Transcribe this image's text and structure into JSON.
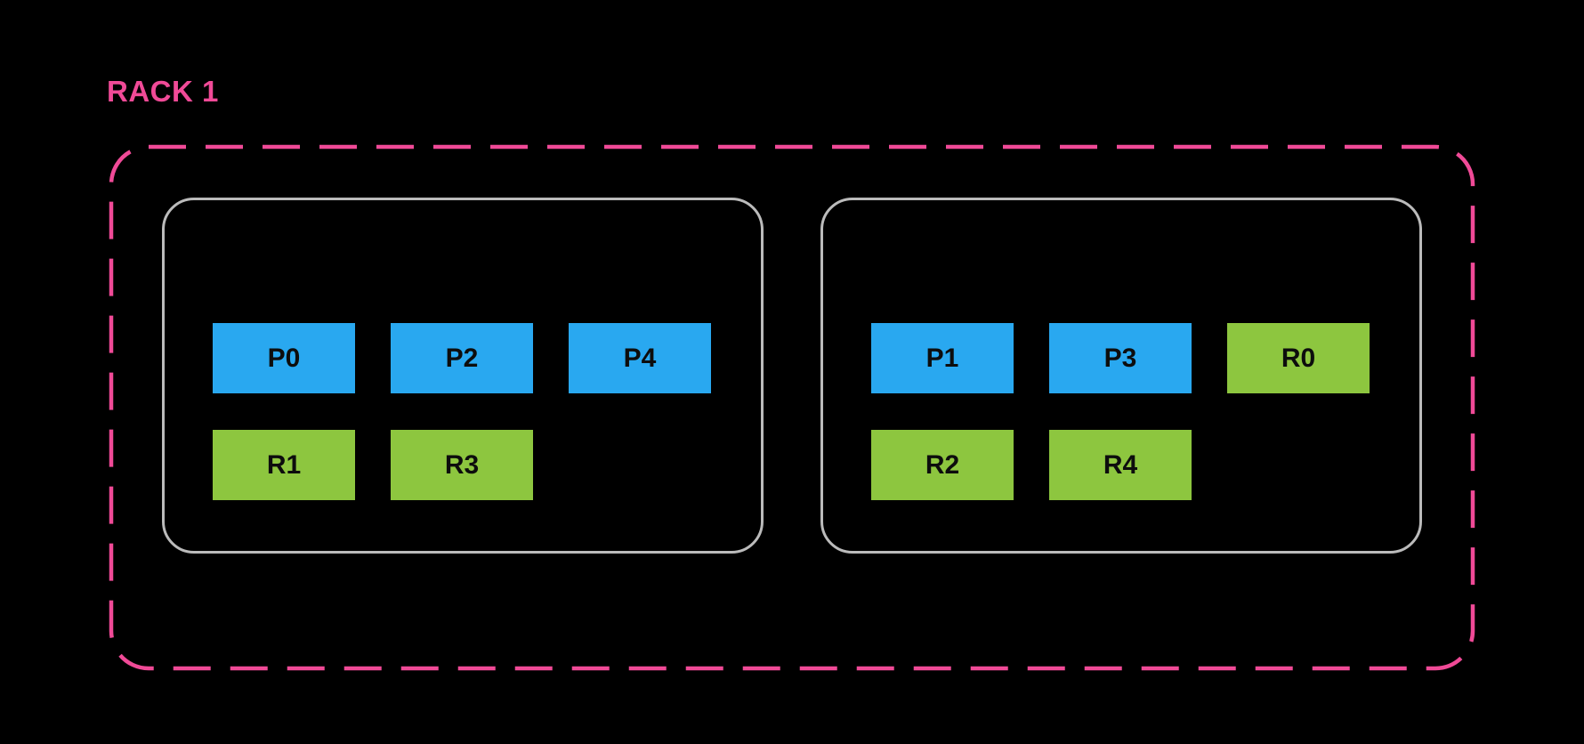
{
  "colors": {
    "background": "#000000",
    "primary_box": "#29A8F0",
    "replica_box": "#8DC63F",
    "rack_outline": "#F04A97",
    "node_outline": "#BBBBBB",
    "box_label": "#0D0D0D"
  },
  "rack": {
    "label": "RACK 1",
    "nodes": [
      {
        "rows": [
          {
            "boxes": [
              {
                "label": "P0",
                "kind": "primary"
              },
              {
                "label": "P2",
                "kind": "primary"
              },
              {
                "label": "P4",
                "kind": "primary"
              }
            ]
          },
          {
            "boxes": [
              {
                "label": "R1",
                "kind": "replica"
              },
              {
                "label": "R3",
                "kind": "replica"
              }
            ]
          }
        ]
      },
      {
        "rows": [
          {
            "boxes": [
              {
                "label": "P1",
                "kind": "primary"
              },
              {
                "label": "P3",
                "kind": "primary"
              },
              {
                "label": "R0",
                "kind": "replica"
              }
            ]
          },
          {
            "boxes": [
              {
                "label": "R2",
                "kind": "replica"
              },
              {
                "label": "R4",
                "kind": "replica"
              }
            ]
          }
        ]
      }
    ]
  }
}
